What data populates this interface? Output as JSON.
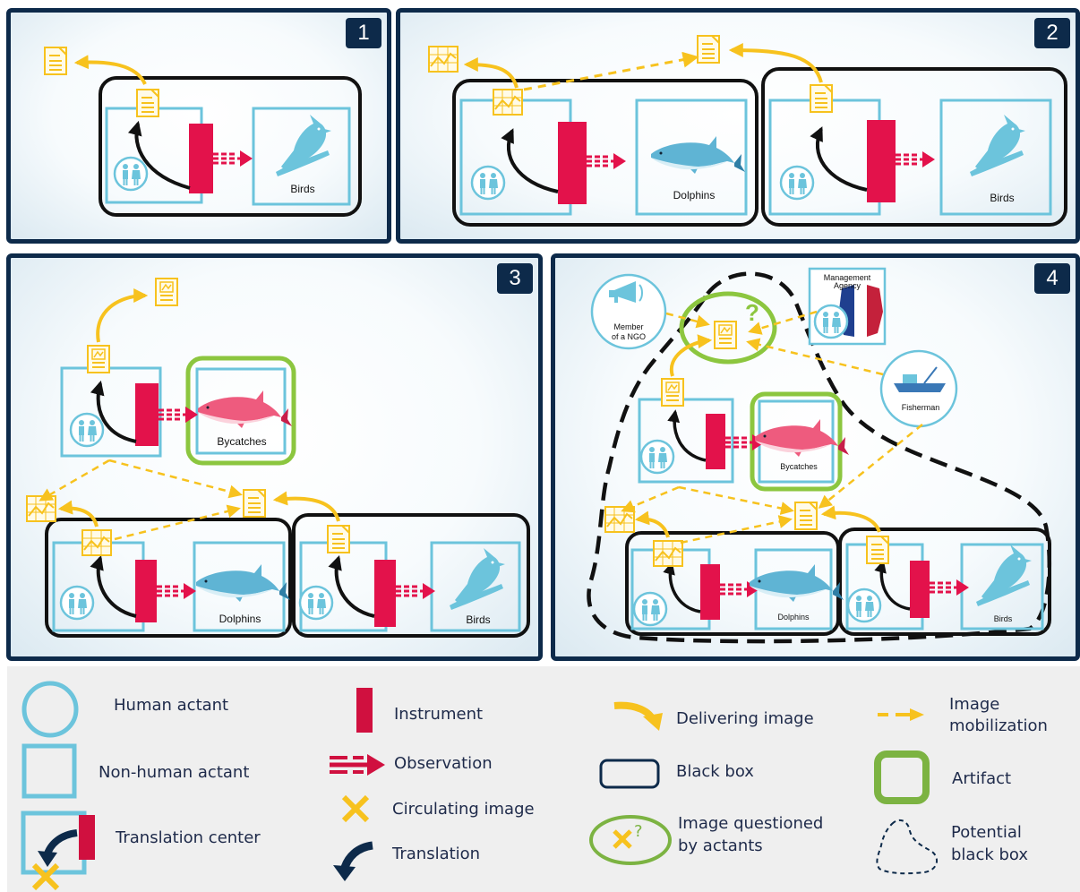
{
  "panels": [
    {
      "number": "1",
      "labels": {
        "birds": "Birds"
      }
    },
    {
      "number": "2",
      "labels": {
        "dolphins": "Dolphins",
        "birds": "Birds"
      }
    },
    {
      "number": "3",
      "labels": {
        "bycatches": "Bycatches",
        "dolphins": "Dolphins",
        "birds": "Birds"
      }
    },
    {
      "number": "4",
      "labels": {
        "bycatches": "Bycatches",
        "dolphins": "Dolphins",
        "birds": "Birds",
        "member_ngo_line1": "Member",
        "member_ngo_line2": "of a NGO",
        "agency_line1": "Management",
        "agency_line2": "Agency",
        "fisherman": "Fisherman"
      }
    }
  ],
  "legend": {
    "human_actant": "Human actant",
    "non_human_actant": "Non-human actant",
    "translation_center": "Translation center",
    "instrument": "Instrument",
    "observation": "Observation",
    "circulating_image": "Circulating image",
    "translation": "Translation",
    "delivering_image": "Delivering image",
    "black_box": "Black box",
    "image_questioned_line1": "Image questioned",
    "image_questioned_line2": "by actants",
    "image_mobilization_line1": "Image",
    "image_mobilization_line2": "mobilization",
    "artifact": "Artifact",
    "potential_black_box_line1": "Potential",
    "potential_black_box_line2": "black box"
  },
  "colors": {
    "panel_border": "#0d2a4a",
    "cyan": "#6cc4dc",
    "instrument_red": "#e3124b",
    "image_yellow": "#f7c21e",
    "artifact_green": "#8cc63f",
    "black_box": "#111111",
    "legend_bg": "#efefef",
    "legend_icon_navy": "#0d2a4a"
  },
  "icons": [
    "document-icon",
    "chart-icon",
    "bird-icon",
    "dolphin-icon",
    "people-icon",
    "megaphone-icon",
    "boat-icon",
    "france-flag-icon",
    "question-icon"
  ]
}
